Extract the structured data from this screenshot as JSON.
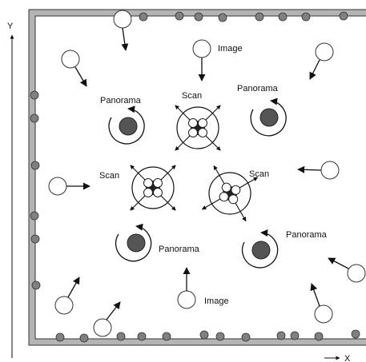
{
  "axes": {
    "y_label": "Y",
    "x_label": "X"
  },
  "labels": {
    "image_top": "Image",
    "image_bottom": "Image",
    "scan_top": "Scan",
    "scan_left": "Scan",
    "scan_right": "Scan",
    "panorama_top_left": "Panorama",
    "panorama_top_right": "Panorama",
    "panorama_bottom_left": "Panorama",
    "panorama_bottom_right": "Panorama"
  },
  "colors": {
    "wall": "#b4b4b4",
    "stroke": "#333333",
    "marker": "#808080",
    "panorama_fill": "#555555"
  }
}
